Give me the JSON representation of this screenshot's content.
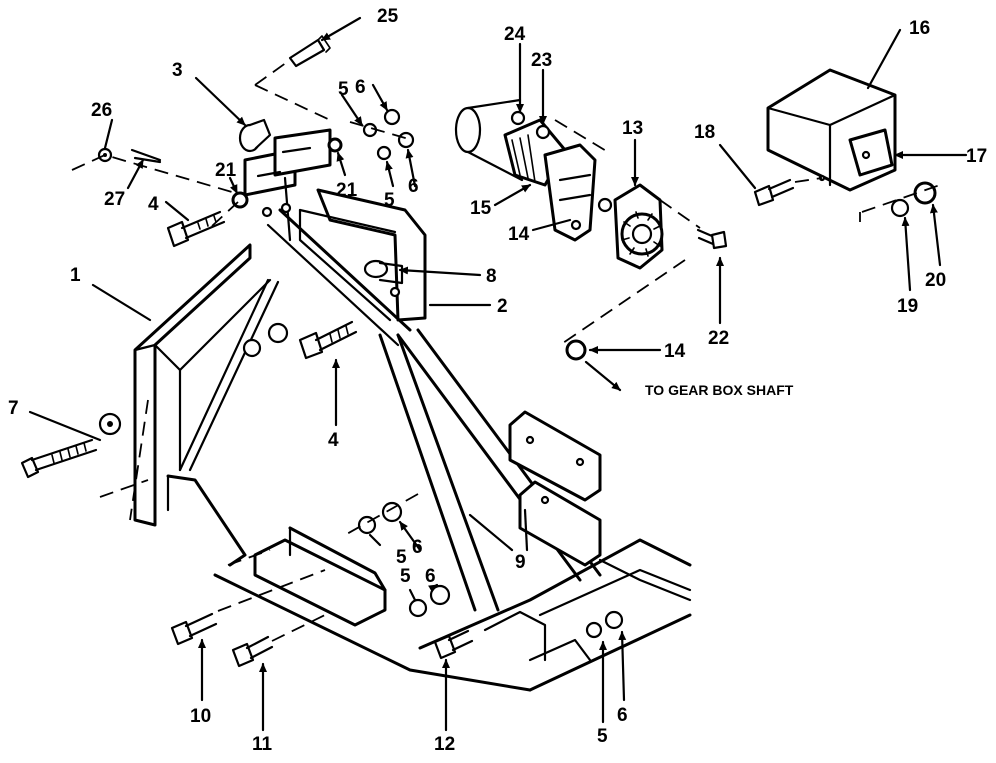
{
  "callouts": {
    "c1": "1",
    "c2": "2",
    "c3": "3",
    "c4a": "4",
    "c4b": "4",
    "c5a": "5",
    "c5b": "5",
    "c5c": "5",
    "c5d": "5",
    "c5e": "5",
    "c6a": "6",
    "c6b": "6",
    "c6c": "6",
    "c6d": "6",
    "c7": "7",
    "c8": "8",
    "c9": "9",
    "c10": "10",
    "c11": "11",
    "c12": "12",
    "c13": "13",
    "c14a": "14",
    "c14b": "14",
    "c15": "15",
    "c16": "16",
    "c17": "17",
    "c18": "18",
    "c19": "19",
    "c20": "20",
    "c21a": "21",
    "c21b": "21",
    "c22": "22",
    "c23": "23",
    "c24": "24",
    "c25": "25",
    "c26": "26",
    "c27": "27"
  },
  "note": "TO GEAR BOX SHAFT"
}
